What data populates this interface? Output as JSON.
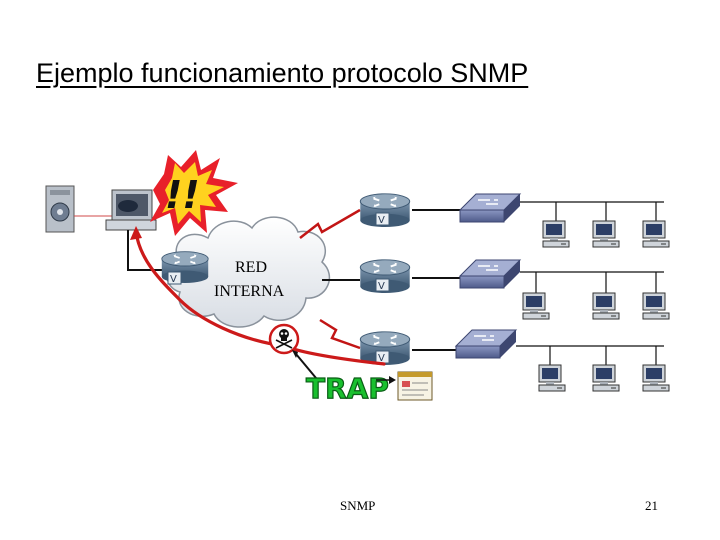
{
  "title": "Ejemplo funcionamiento protocolo SNMP",
  "cloud": {
    "line1": "RED",
    "line2": "INTERNA"
  },
  "alert": {
    "text": "!!"
  },
  "trap": {
    "label": "TRAP"
  },
  "router_badge": "V",
  "footer": {
    "label": "SNMP",
    "page_number": "21"
  },
  "colors": {
    "trap_path": "#cc1a1a",
    "trap_label": "#19c02e",
    "alert_burst": "#e8202a",
    "alert_fill": "#ffd21f",
    "router": "#4f6d88",
    "switch": "#6a78a5"
  },
  "icons": [
    "server-icon",
    "management-station-icon",
    "router-icon",
    "switch-icon",
    "workstation-icon",
    "skull-icon",
    "trap-message-icon"
  ]
}
